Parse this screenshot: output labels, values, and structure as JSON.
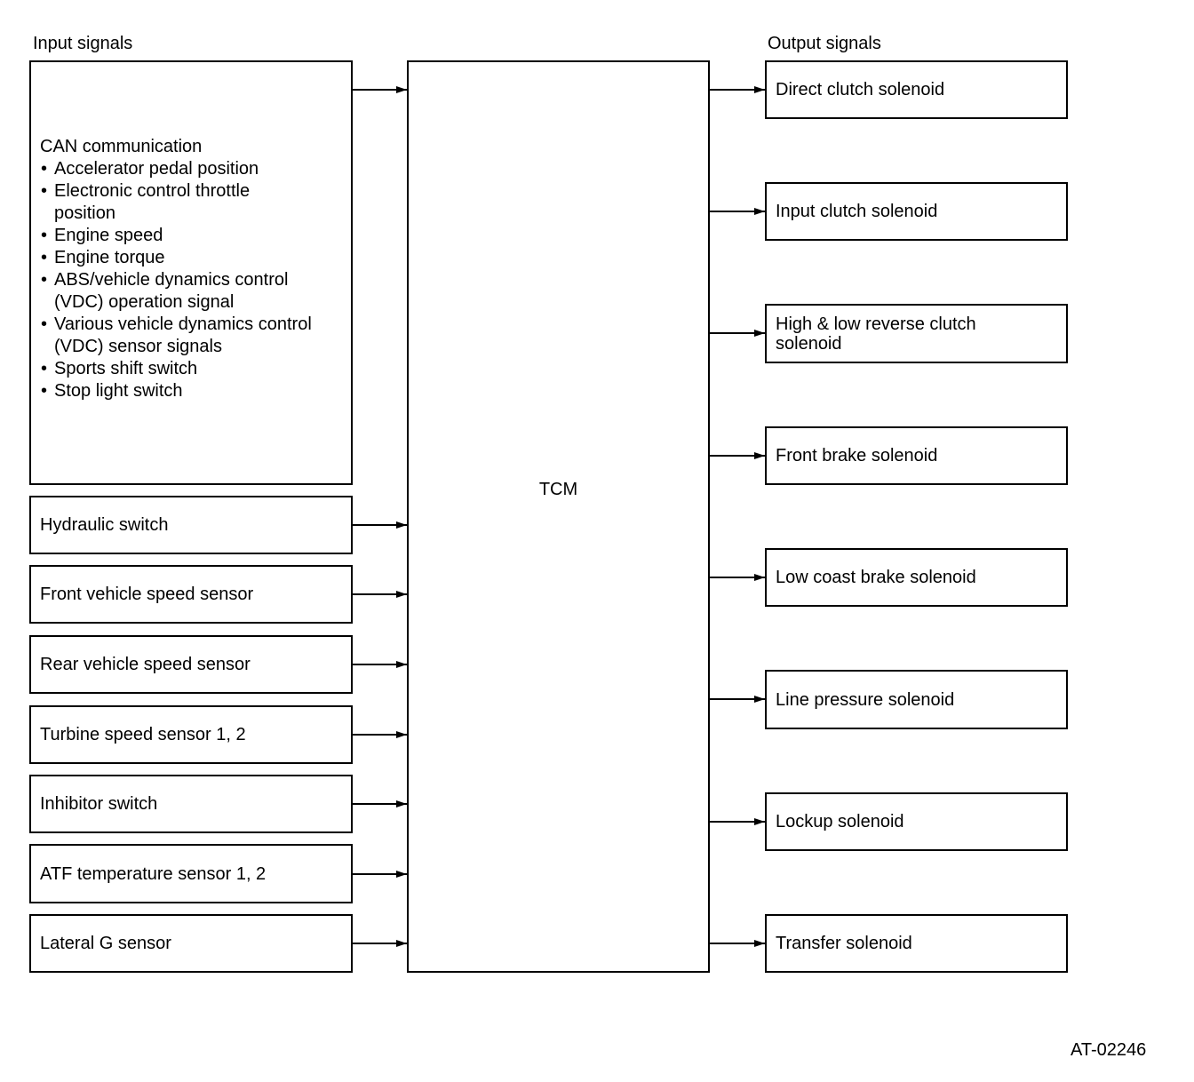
{
  "input_heading": "Input signals",
  "output_heading": "Output signals",
  "tcm_label": "TCM",
  "figure_id": "AT-02246",
  "can_box": {
    "title": "CAN communication",
    "items": [
      "Accelerator pedal position",
      "Electronic control throttle position",
      "Engine speed",
      "Engine torque",
      "ABS/vehicle dynamics control (VDC) operation signal",
      "Various vehicle dynamics control (VDC) sensor signals",
      "Sports shift switch",
      "Stop light switch"
    ]
  },
  "inputs": [
    "Hydraulic switch",
    "Front vehicle speed sensor",
    "Rear vehicle speed sensor",
    "Turbine speed sensor 1, 2",
    "Inhibitor switch",
    "ATF temperature sensor 1, 2",
    "Lateral G sensor"
  ],
  "outputs": [
    "Direct clutch solenoid",
    "Input clutch solenoid",
    "High & low reverse clutch solenoid",
    "Front brake solenoid",
    "Low coast brake solenoid",
    "Line pressure solenoid",
    "Lockup solenoid",
    "Transfer solenoid"
  ]
}
